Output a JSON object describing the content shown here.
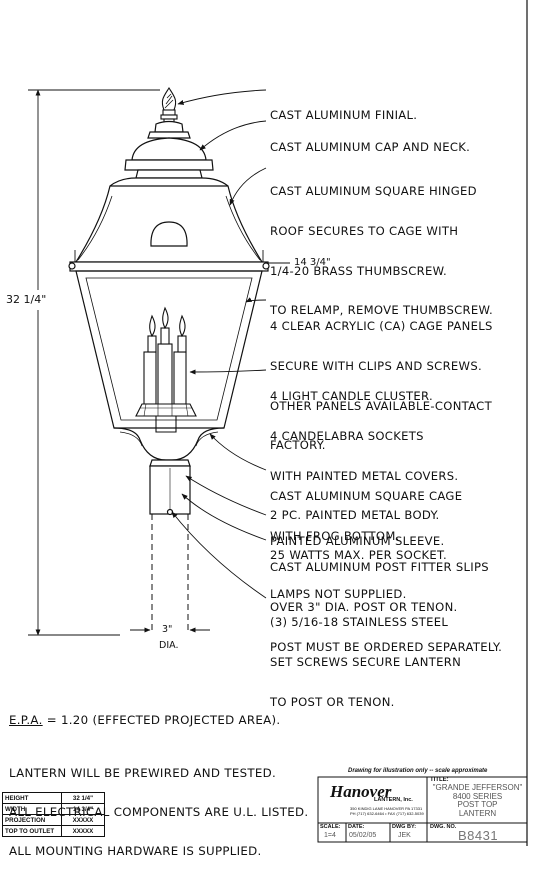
{
  "drawing": {
    "callouts": {
      "finial": [
        "CAST ALUMINUM FINIAL."
      ],
      "cap": [
        "CAST ALUMINUM CAP AND NECK."
      ],
      "roof": [
        "CAST ALUMINUM SQUARE HINGED",
        "ROOF SECURES TO CAGE WITH",
        "1/4-20 BRASS THUMBSCREW.",
        "TO RELAMP, REMOVE THUMBSCREW."
      ],
      "panels": [
        "4 CLEAR ACRYLIC (CA) CAGE PANELS",
        "SECURE WITH CLIPS AND SCREWS.",
        "OTHER PANELS AVAILABLE-CONTACT",
        "FACTORY."
      ],
      "candle": [
        "4 LIGHT CANDLE CLUSTER.",
        "4 CANDELABRA SOCKETS",
        "WITH PAINTED METAL COVERS.",
        "2 PC. PAINTED METAL BODY.",
        "25 WATTS MAX. PER SOCKET.",
        "LAMPS NOT SUPPLIED."
      ],
      "cage": [
        "CAST ALUMINUM SQUARE CAGE",
        "WITH FROG BOTTOM."
      ],
      "sleeve": [
        "PAINTED ALUMINUM SLEEVE."
      ],
      "fitter": [
        "CAST ALUMINUM POST FITTER SLIPS",
        "OVER 3\" DIA. POST OR TENON.",
        "POST MUST BE ORDERED SEPARATELY."
      ],
      "screws": [
        "(3) 5/16-18 STAINLESS STEEL",
        "SET SCREWS SECURE LANTERN",
        "TO POST OR TENON."
      ]
    },
    "dimensions": {
      "height": "32 1/4\"",
      "width": "14 3/4\"",
      "post_dia": "3\"",
      "post_dia_label": "DIA."
    }
  },
  "footer": {
    "epa_label": "E.P.A.",
    "epa_text": " = 1.20 (EFFECTED PROJECTED AREA).",
    "notes": [
      "LANTERN WILL BE PREWIRED AND TESTED.",
      "ALL ELECTRICAL COMPONENTS ARE U.L. LISTED.",
      "ALL MOUNTING HARDWARE IS SUPPLIED."
    ],
    "specs": [
      {
        "label": "HEIGHT",
        "value": "32 1/4\""
      },
      {
        "label": "WIDTH",
        "value": "14 3/4\""
      },
      {
        "label": "PROJECTION",
        "value": "XXXXX"
      },
      {
        "label": "TOP TO OUTLET",
        "value": "XXXXX"
      }
    ]
  },
  "title_block": {
    "disclaimer": "Drawing for illustration only -- scale approximate",
    "brand": "Hanover",
    "brand_sub": "LANTERN, Inc.",
    "address_lines": [
      "350 KINDIG LANE HANOVER PA 17331",
      "PH (717) 632-6464 • FAX (717) 632-5039"
    ],
    "title_label": "TITLE:",
    "title_lines": [
      "\"GRANDE JEFFERSON\"",
      "8400 SERIES",
      "POST TOP",
      "LANTERN"
    ],
    "scale_label": "SCALE:",
    "scale_value": "1=4",
    "date_label": "DATE:",
    "date_value": "05/02/05",
    "dwg_by_label": "DWG BY:",
    "dwg_by_value": "JEK",
    "dwg_no_label": "DWG. NO.",
    "dwg_no_value": "B8431"
  }
}
